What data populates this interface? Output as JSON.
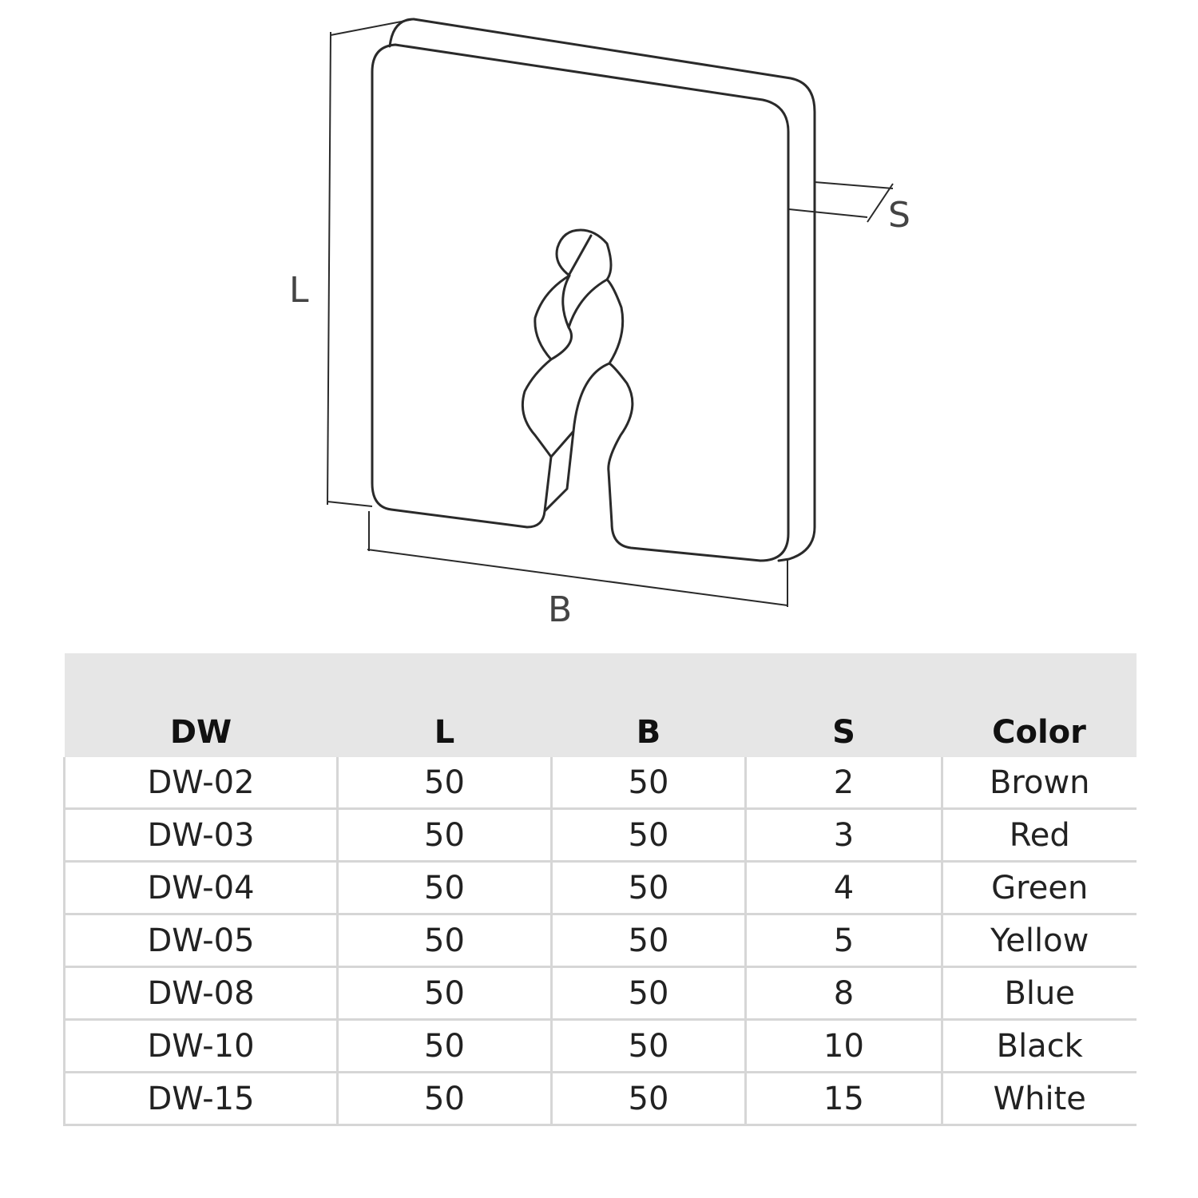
{
  "diagram": {
    "labels": {
      "length": "L",
      "width": "B",
      "thickness": "S"
    }
  },
  "table": {
    "headers": [
      "DW",
      "L",
      "B",
      "S",
      "Color"
    ],
    "rows": [
      [
        "DW-02",
        "50",
        "50",
        "2",
        "Brown"
      ],
      [
        "DW-03",
        "50",
        "50",
        "3",
        "Red"
      ],
      [
        "DW-04",
        "50",
        "50",
        "4",
        "Green"
      ],
      [
        "DW-05",
        "50",
        "50",
        "5",
        "Yellow"
      ],
      [
        "DW-08",
        "50",
        "50",
        "8",
        "Blue"
      ],
      [
        "DW-10",
        "50",
        "50",
        "10",
        "Black"
      ],
      [
        "DW-15",
        "50",
        "50",
        "15",
        "White"
      ]
    ]
  },
  "colors": {
    "outline": "#2a2a2a",
    "header_bg": "#e6e6e6",
    "grid": "#d6d6d6"
  }
}
